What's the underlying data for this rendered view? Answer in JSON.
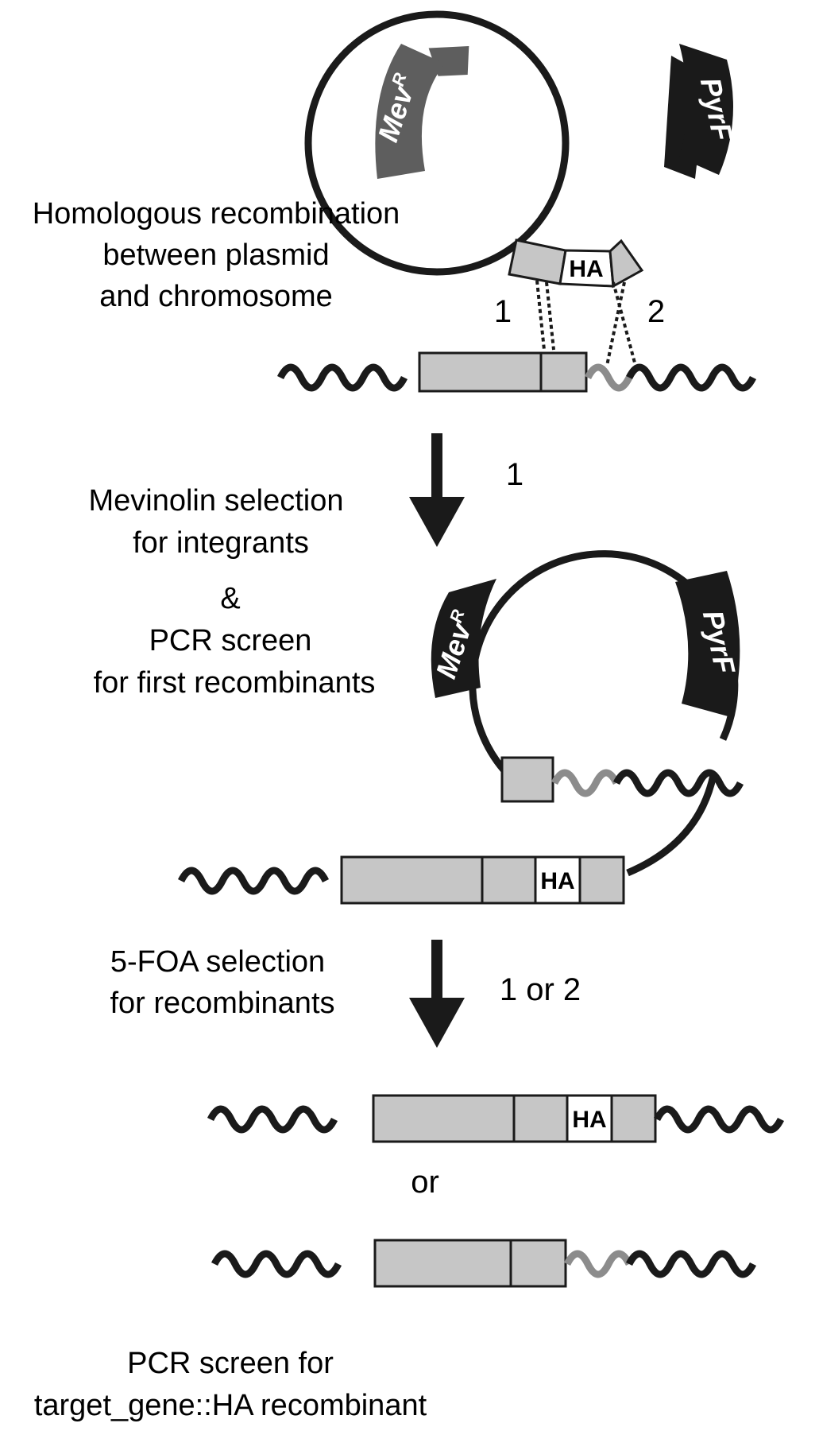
{
  "labels": {
    "step1_caption": [
      "Homologous recombination",
      "between plasmid",
      "and chromosome"
    ],
    "step2_caption": [
      "Mevinolin selection",
      "for integrants",
      "&",
      "PCR screen",
      "for first recombinants"
    ],
    "step3_caption": [
      "5-FOA selection",
      "for recombinants"
    ],
    "final_caption": [
      "PCR screen for",
      "target_gene::HA recombinant"
    ],
    "crossover_site_1": "1",
    "crossover_site_2": "2",
    "arrow1_label": "1",
    "arrow2_label": "1 or 2",
    "or_label": "or",
    "ha_tag": "HA",
    "marker_mevr": "Mev",
    "marker_mevr_sup": "R",
    "marker_pyrf": "PyrF"
  },
  "colors": {
    "line": "#1a1a1a",
    "gene_box_fill": "#c6c6c6",
    "ha_box_fill": "#ffffff",
    "mevr_plasmid1": "#5e5e5e",
    "marker_dark": "#1a1a1a",
    "flank_light": "#8c8c8c"
  }
}
